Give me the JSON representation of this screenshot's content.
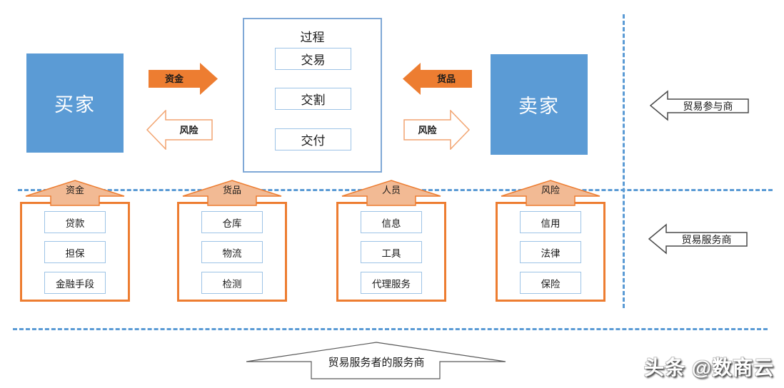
{
  "colors": {
    "actor_blue": "#5B9BD5",
    "flow_orange": "#ED7D31",
    "group_arrow_peach": "#F2BA94",
    "box_border_blue": "#9DC3E6",
    "dashed_line_blue": "#5B9BD5"
  },
  "actors": {
    "buyer": "买家",
    "seller": "卖家"
  },
  "process": {
    "title": "过程",
    "steps": [
      "交易",
      "交割",
      "交付"
    ]
  },
  "flows": {
    "funds": "资金",
    "goods": "货品",
    "risk_to_buyer": "风险",
    "risk_to_seller": "风险"
  },
  "side_labels": {
    "participants": "贸易参与商",
    "service_providers": "贸易服务商"
  },
  "service_groups": [
    {
      "arrow_label": "资金",
      "items": [
        "贷款",
        "担保",
        "金融手段"
      ]
    },
    {
      "arrow_label": "货品",
      "items": [
        "仓库",
        "物流",
        "检测"
      ]
    },
    {
      "arrow_label": "人员",
      "items": [
        "信息",
        "工具",
        "代理服务"
      ]
    },
    {
      "arrow_label": "风险",
      "items": [
        "信用",
        "法律",
        "保险"
      ]
    }
  ],
  "bottom_arrow_label": "贸易服务者的服务商",
  "watermark": "头条 @数商云"
}
